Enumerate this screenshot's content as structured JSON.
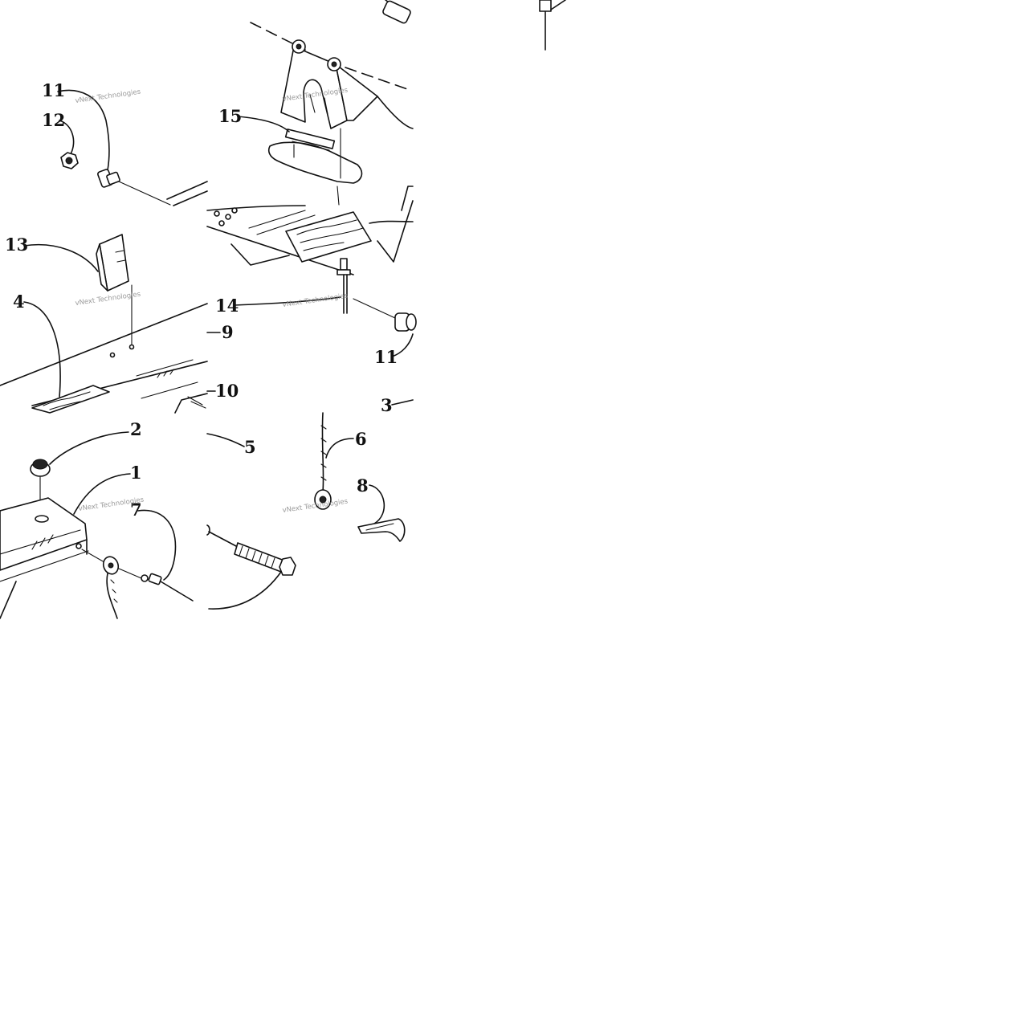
{
  "diagram": {
    "callouts": [
      {
        "id": "11a",
        "label": "11"
      },
      {
        "id": "12",
        "label": "12"
      },
      {
        "id": "15",
        "label": "15"
      },
      {
        "id": "13",
        "label": "13"
      },
      {
        "id": "4",
        "label": "4"
      },
      {
        "id": "14",
        "label": "14"
      },
      {
        "id": "9",
        "label": "9"
      },
      {
        "id": "11b",
        "label": "11"
      },
      {
        "id": "10",
        "label": "10"
      },
      {
        "id": "3",
        "label": "3"
      },
      {
        "id": "2",
        "label": "2"
      },
      {
        "id": "5",
        "label": "5"
      },
      {
        "id": "6",
        "label": "6"
      },
      {
        "id": "1",
        "label": "1"
      },
      {
        "id": "7",
        "label": "7"
      },
      {
        "id": "8",
        "label": "8"
      }
    ],
    "watermark": "vNext Technologies"
  },
  "colors": {
    "ink": "#111111",
    "background": "#ffffff",
    "watermark": "#888888"
  }
}
